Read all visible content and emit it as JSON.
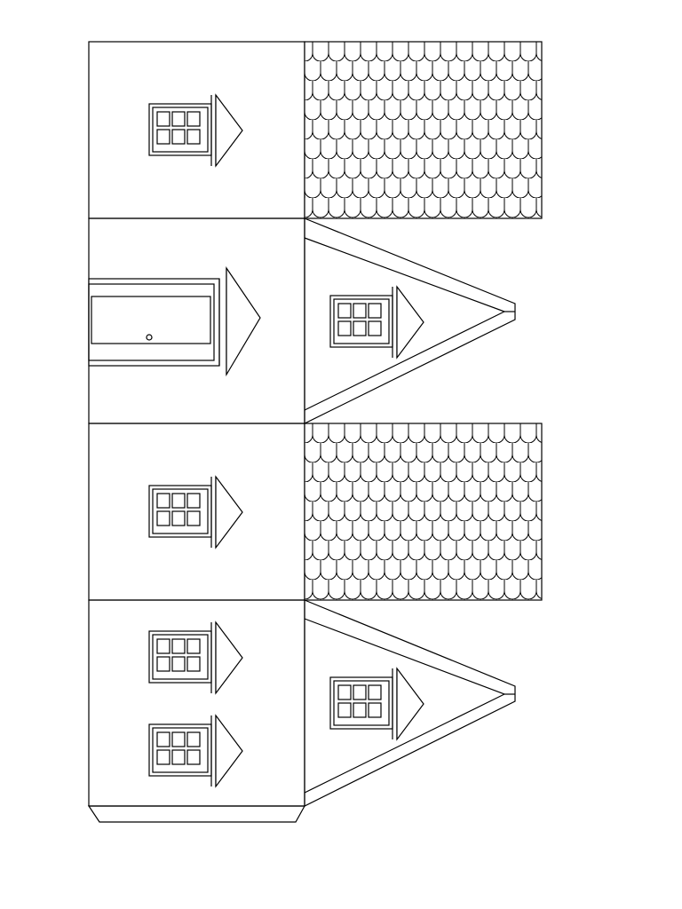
{
  "page": {
    "background": "#ffffff",
    "line_color": "#000000"
  },
  "template": {
    "subject": "paper-house-cutout",
    "wall_panels": [
      {
        "id": "wall-1",
        "windows": 1
      },
      {
        "id": "wall-2",
        "doors": 1
      },
      {
        "id": "wall-3",
        "windows": 1
      },
      {
        "id": "wall-4",
        "windows": 2
      }
    ],
    "roof_panels": [
      {
        "id": "roof-1",
        "pattern": "fish-scale-shingles"
      },
      {
        "id": "roof-2",
        "pattern": "fish-scale-shingles"
      }
    ],
    "gable_panels": [
      {
        "id": "gable-1",
        "windows": 1
      },
      {
        "id": "gable-2",
        "windows": 1
      }
    ],
    "glue_tab": {
      "position": "bottom"
    }
  }
}
